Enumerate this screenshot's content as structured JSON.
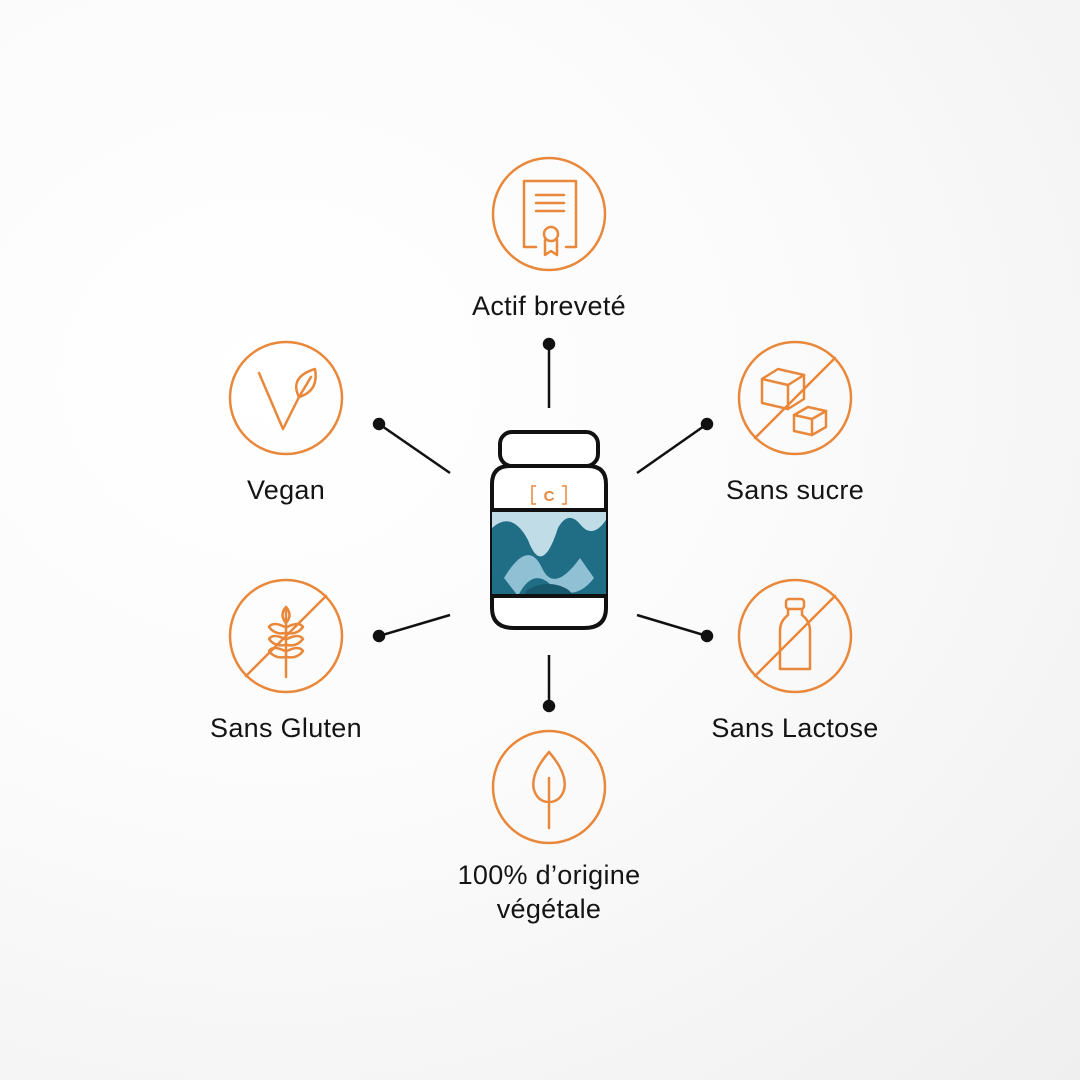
{
  "center": {
    "product_mark": "C"
  },
  "features": {
    "top": {
      "label": "Actif breveté",
      "icon": "certificate-icon"
    },
    "upper_left": {
      "label": "Vegan",
      "icon": "vegan-leaf-icon"
    },
    "upper_right": {
      "label": "Sans sucre",
      "icon": "no-sugar-icon"
    },
    "lower_left": {
      "label": "Sans Gluten",
      "icon": "no-gluten-icon"
    },
    "lower_right": {
      "label": "Sans Lactose",
      "icon": "no-lactose-icon"
    },
    "bottom": {
      "label_line1": "100% d’origine",
      "label_line2": "végétale",
      "icon": "plant-leaf-icon"
    }
  },
  "colors": {
    "accent": "#E9873A",
    "line": "#111111",
    "jar_blue": "#1F6E86",
    "jar_light": "#BFDCE7"
  }
}
